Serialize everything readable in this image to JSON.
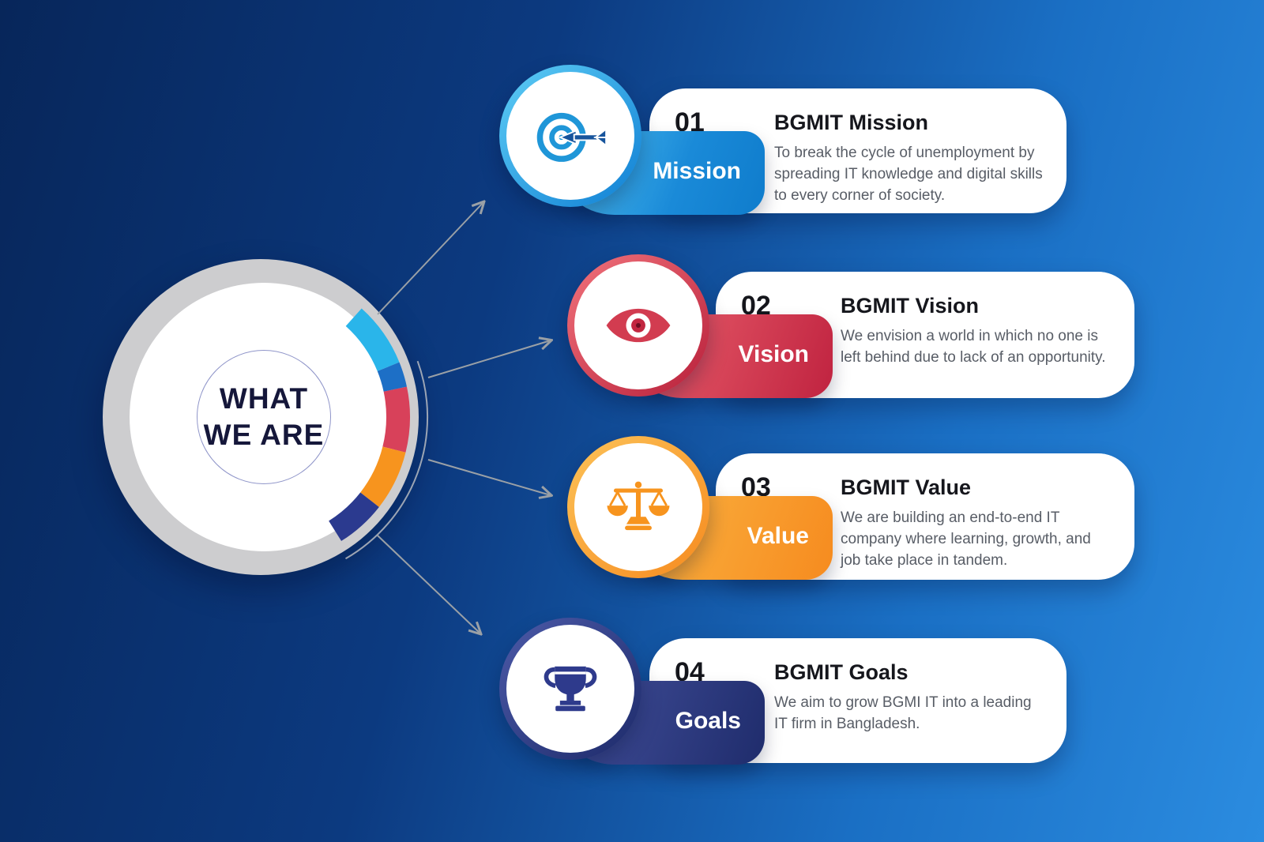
{
  "hub": {
    "title_line1": "WHAT",
    "title_line2": "WE ARE"
  },
  "items": [
    {
      "number": "01",
      "label": "Mission",
      "title": "BGMIT Mission",
      "description": "To break the cycle of unemployment by spreading IT knowledge and digital skills to every corner of society."
    },
    {
      "number": "02",
      "label": "Vision",
      "title": "BGMIT Vision",
      "description": "We envision a world in which no one is left behind due to lack of an opportunity."
    },
    {
      "number": "03",
      "label": "Value",
      "title": "BGMIT Value",
      "description": "We are building an end-to-end IT company where learning, growth, and job take place in tandem."
    },
    {
      "number": "04",
      "label": "Goals",
      "title": "BGMIT Goals",
      "description": "We aim to grow BGMI IT into a leading IT firm in Bangladesh."
    }
  ],
  "colors": {
    "background_start": "#07265a",
    "background_end": "#2b8ce0",
    "mission": "#1a8ad8",
    "vision": "#c02340",
    "value": "#f68b1f",
    "goals": "#1f2c6c",
    "hub_ring_gray": "#cdcdcf",
    "arrow_gray": "#9aa0a6",
    "arc_cyan": "#2ab5ea",
    "arc_blue": "#1d6fc6",
    "arc_red": "#d8415a",
    "arc_orange": "#f7941e",
    "arc_navy": "#2b3a8f"
  }
}
